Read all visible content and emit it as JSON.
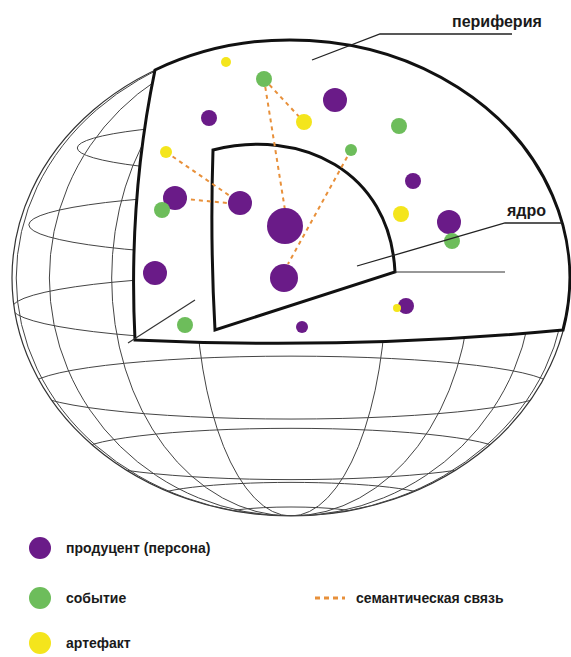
{
  "diagram": {
    "labels": [
      "периферия",
      "ядро"
    ],
    "legend": [
      {
        "text": "продуцент (персона)",
        "color": "#6a1b88"
      },
      {
        "text": "событие",
        "color": "#6dbd5b"
      },
      {
        "text": "семантическая связь"
      },
      {
        "text": "артефакт",
        "color": "#f4e51c"
      }
    ]
  }
}
